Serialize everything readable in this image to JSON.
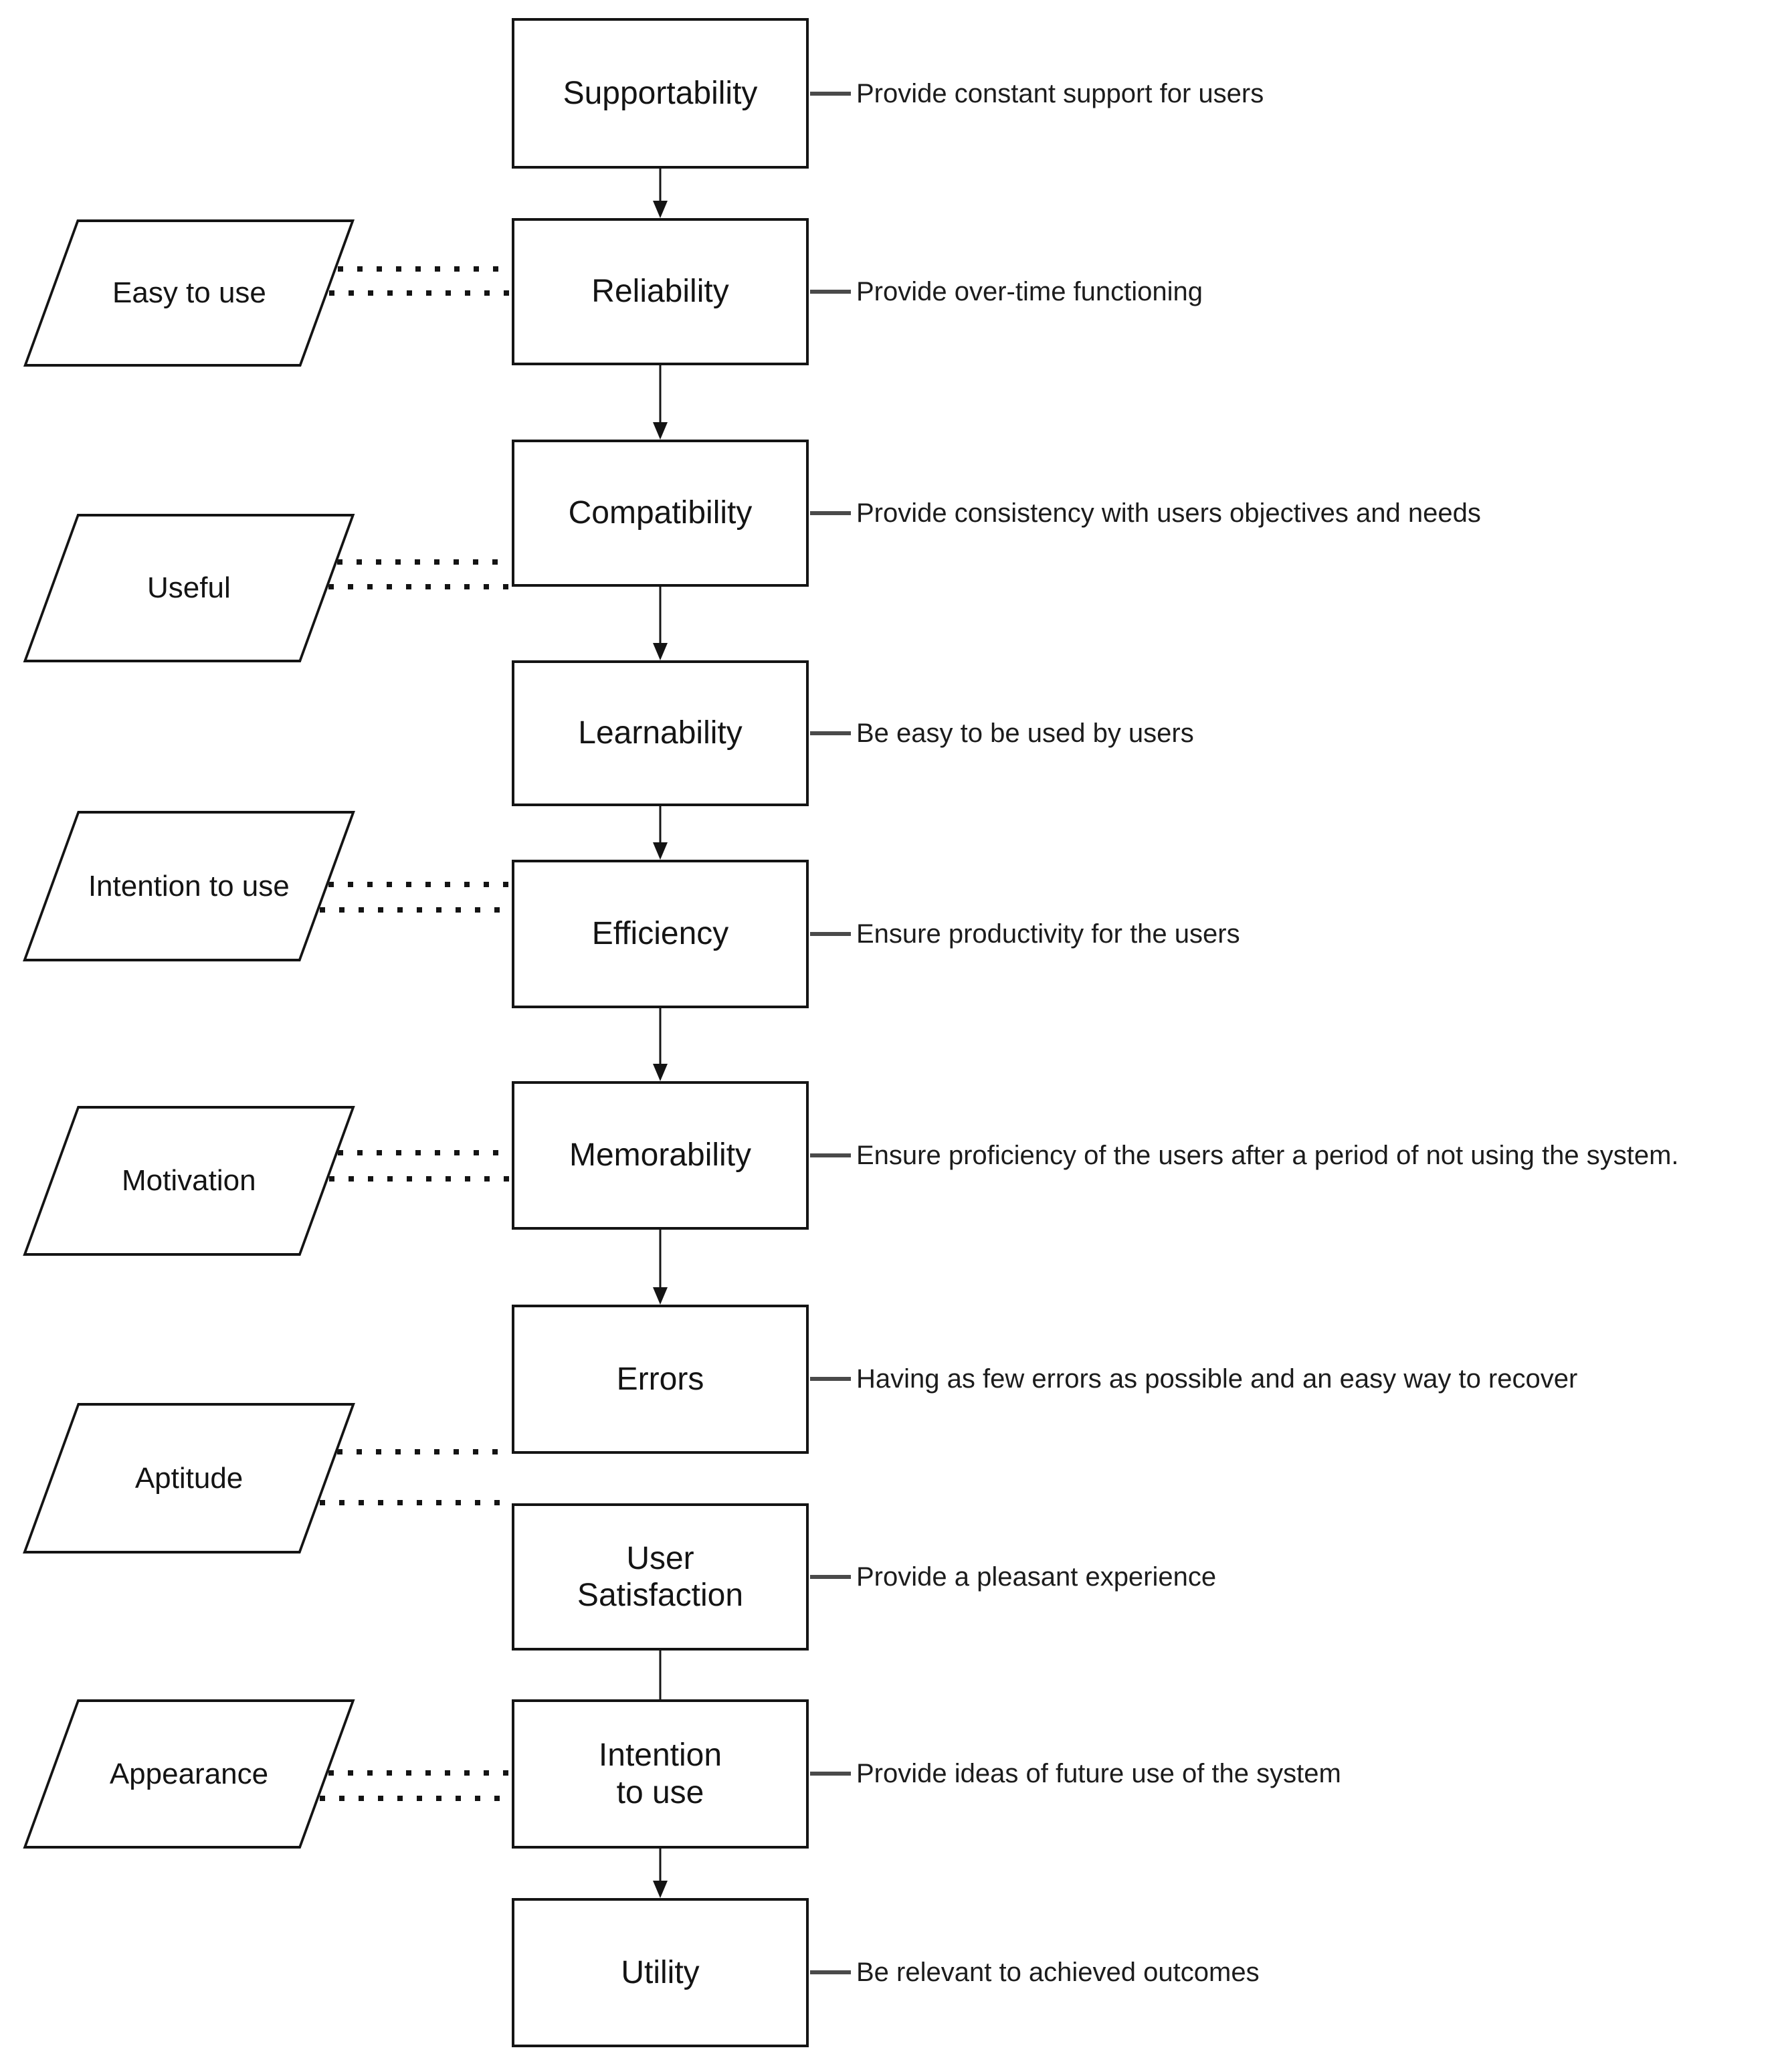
{
  "diagram": {
    "background_color": "#ffffff",
    "line_color": "#141414",
    "nodes": [
      {
        "id": "supportability",
        "label": "Supportability",
        "description": "Provide constant support for users"
      },
      {
        "id": "reliability",
        "label": "Reliability",
        "description": "Provide over-time functioning"
      },
      {
        "id": "compatibility",
        "label": "Compatibility",
        "description": "Provide consistency with users objectives and needs"
      },
      {
        "id": "learnability",
        "label": "Learnability",
        "description": "Be easy to be used by users"
      },
      {
        "id": "efficiency",
        "label": "Efficiency",
        "description": "Ensure productivity for the users"
      },
      {
        "id": "memorability",
        "label": "Memorability",
        "description": "Ensure proficiency of the users after a period of not using the system."
      },
      {
        "id": "errors",
        "label": "Errors",
        "description": "Having as few errors as possible and an easy way to recover"
      },
      {
        "id": "user-satisfaction",
        "label": "User\nSatisfaction",
        "description": "Provide a pleasant experience"
      },
      {
        "id": "intention-to-use",
        "label": "Intention\nto use",
        "description": "Provide ideas of future use of the system"
      },
      {
        "id": "utility",
        "label": "Utility",
        "description": "Be relevant to achieved outcomes"
      }
    ],
    "factors": [
      {
        "id": "easy-to-use",
        "label": "Easy to use",
        "links_to": [
          "reliability"
        ]
      },
      {
        "id": "useful",
        "label": "Useful",
        "links_to": [
          "compatibility"
        ]
      },
      {
        "id": "intention-to-use-factor",
        "label": "Intention to use",
        "links_to": [
          "efficiency"
        ]
      },
      {
        "id": "motivation",
        "label": "Motivation",
        "links_to": [
          "memorability"
        ]
      },
      {
        "id": "aptitude",
        "label": "Aptitude",
        "links_to": [
          "errors",
          "user-satisfaction"
        ]
      },
      {
        "id": "appearance",
        "label": "Appearance",
        "links_to": [
          "intention-to-use"
        ]
      }
    ],
    "flow_arrows": [
      [
        "supportability",
        "reliability"
      ],
      [
        "reliability",
        "compatibility"
      ],
      [
        "compatibility",
        "learnability"
      ],
      [
        "learnability",
        "efficiency"
      ],
      [
        "efficiency",
        "memorability"
      ],
      [
        "memorability",
        "errors"
      ],
      [
        "user-satisfaction",
        "intention-to-use"
      ],
      [
        "intention-to-use",
        "utility"
      ]
    ]
  }
}
